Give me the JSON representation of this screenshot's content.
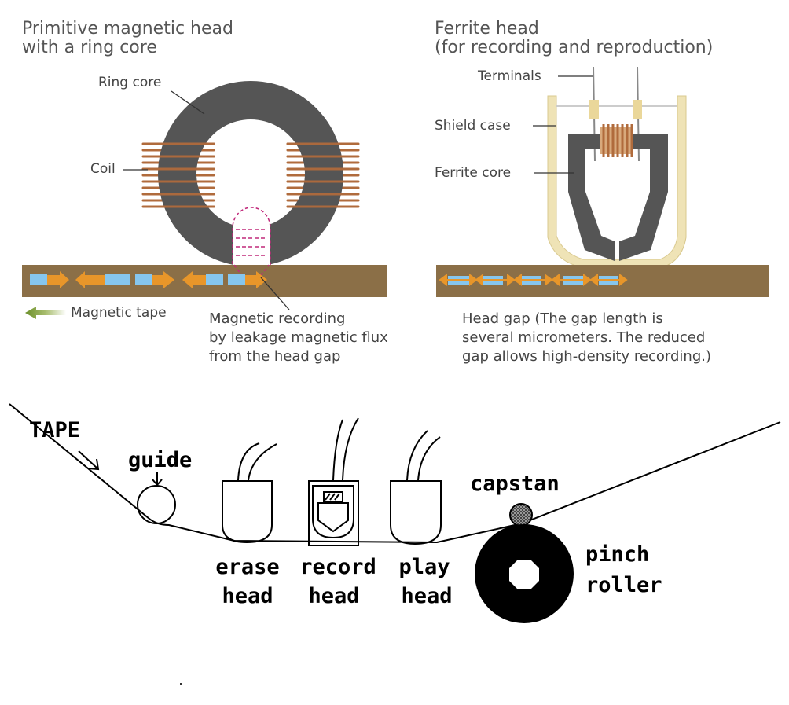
{
  "left_panel": {
    "title_line1": "Primitive magnetic head",
    "title_line2": "with a ring core",
    "ring_core_label": "Ring core",
    "coil_label": "Coil",
    "tape_label": "Magnetic tape",
    "caption": "Magnetic recording\nby leakage magnetic flux\nfrom the head gap"
  },
  "right_panel": {
    "title_line1": "Ferrite head",
    "title_line2": "(for recording and reproduction)",
    "terminals_label": "Terminals",
    "shield_label": "Shield case",
    "ferrite_label": "Ferrite core",
    "caption": "Head gap (The gap length is\nseveral micrometers. The reduced\ngap allows high-density recording.)"
  },
  "bottom_panel": {
    "tape_label": "TAPE",
    "guide_label": "guide",
    "capstan_label": "capstan",
    "erase_line1": "erase",
    "erase_line2": "head",
    "record_line1": "record",
    "record_line2": "head",
    "play_line1": "play",
    "play_line2": "head",
    "pinch_line1": "pinch",
    "pinch_line2": "roller"
  },
  "colors": {
    "tape": "#8b6f47",
    "core": "#555555",
    "coil": "#b06b3c",
    "magnet_arrow": "#e8962a",
    "magnet_block": "#86c6ee",
    "flux": "#c0287a",
    "shield": "#efe3b6"
  }
}
